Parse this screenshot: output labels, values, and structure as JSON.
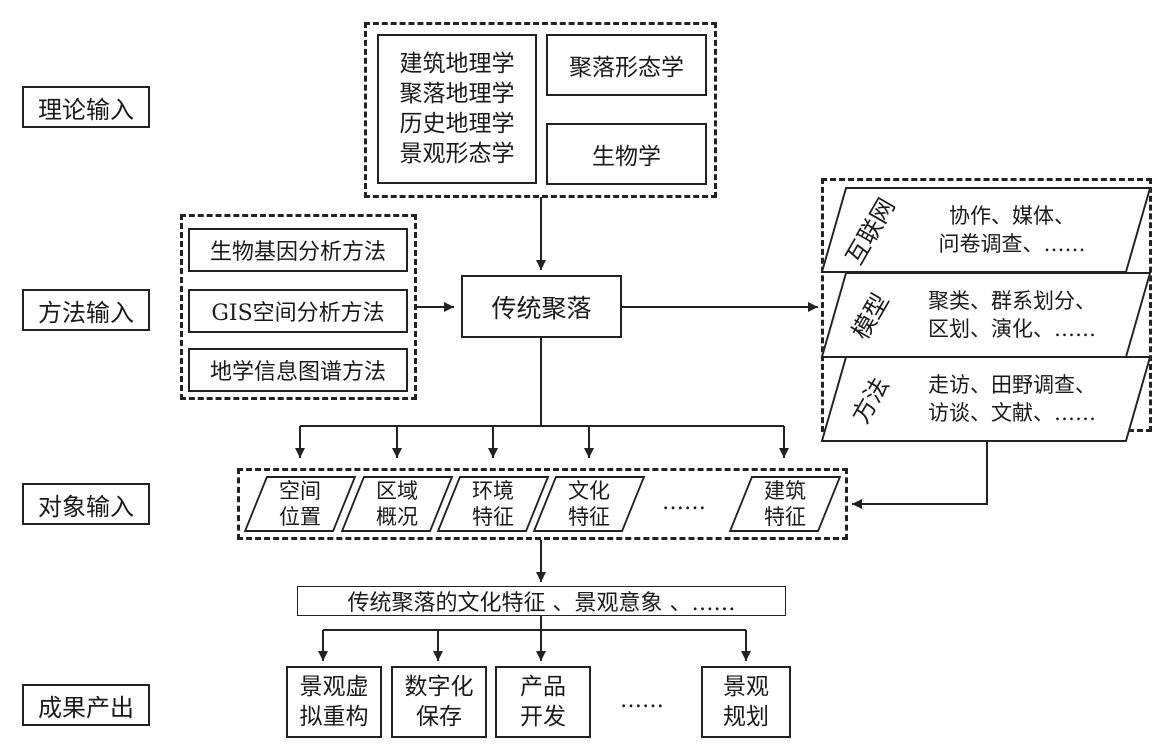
{
  "row_labels": {
    "theory": "理论输入",
    "method": "方法输入",
    "object": "对象输入",
    "output": "成果产出"
  },
  "theory": {
    "disciplines": [
      "建筑地理学",
      "聚落地理学",
      "历史地理学",
      "景观形态学"
    ],
    "morphology": "聚落形态学",
    "biology": "生物学"
  },
  "methods": [
    "生物基因分析方法",
    "GIS空间分析方法",
    "地学信息图谱方法"
  ],
  "core": "传统聚落",
  "approaches": [
    {
      "tag": "互联网",
      "lines": [
        "协作、媒体、",
        "问卷调查、……"
      ]
    },
    {
      "tag": "模型",
      "lines": [
        "聚类、群系划分、",
        "区划、演化、……"
      ]
    },
    {
      "tag": "方法",
      "lines": [
        "走访、田野调查、",
        "访谈、文献、……"
      ]
    }
  ],
  "objects": [
    {
      "lines": [
        "空间",
        "位置"
      ]
    },
    {
      "lines": [
        "区域",
        "概况"
      ]
    },
    {
      "lines": [
        "环境",
        "特征"
      ]
    },
    {
      "lines": [
        "文化",
        "特征"
      ]
    },
    {
      "lines": [
        "建筑",
        "特征"
      ]
    }
  ],
  "objects_ellipsis": "……",
  "summary": "传统聚落的文化特征 、景观意象 、……",
  "outputs": [
    {
      "lines": [
        "景观虚",
        "拟重构"
      ]
    },
    {
      "lines": [
        "数字化",
        "保存"
      ]
    },
    {
      "lines": [
        "产品",
        "开发"
      ]
    },
    {
      "lines": [
        "景观",
        "规划"
      ]
    }
  ],
  "outputs_ellipsis": "……"
}
